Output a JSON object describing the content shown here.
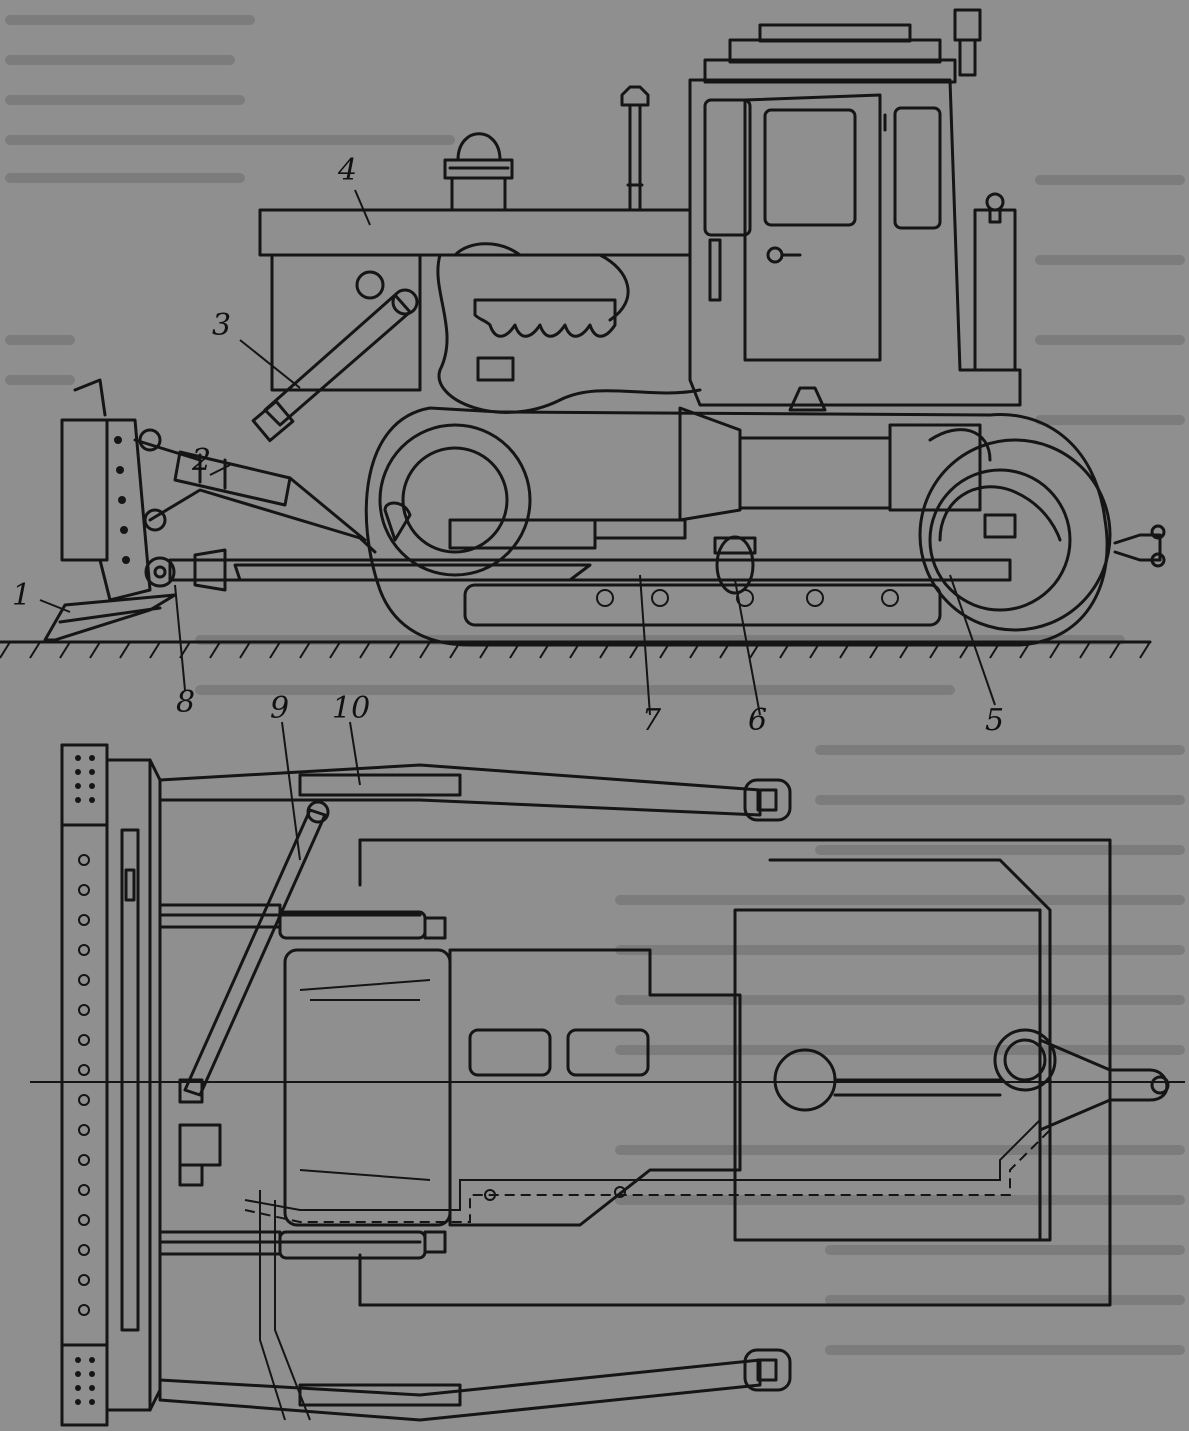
{
  "callouts": {
    "c1": "1",
    "c2": "2",
    "c3": "3",
    "c4": "4",
    "c5": "5",
    "c6": "6",
    "c7": "7",
    "c8": "8",
    "c9": "9",
    "c10": "10"
  },
  "colors": {
    "paper": "#8f8f8f",
    "ink": "#151515"
  }
}
